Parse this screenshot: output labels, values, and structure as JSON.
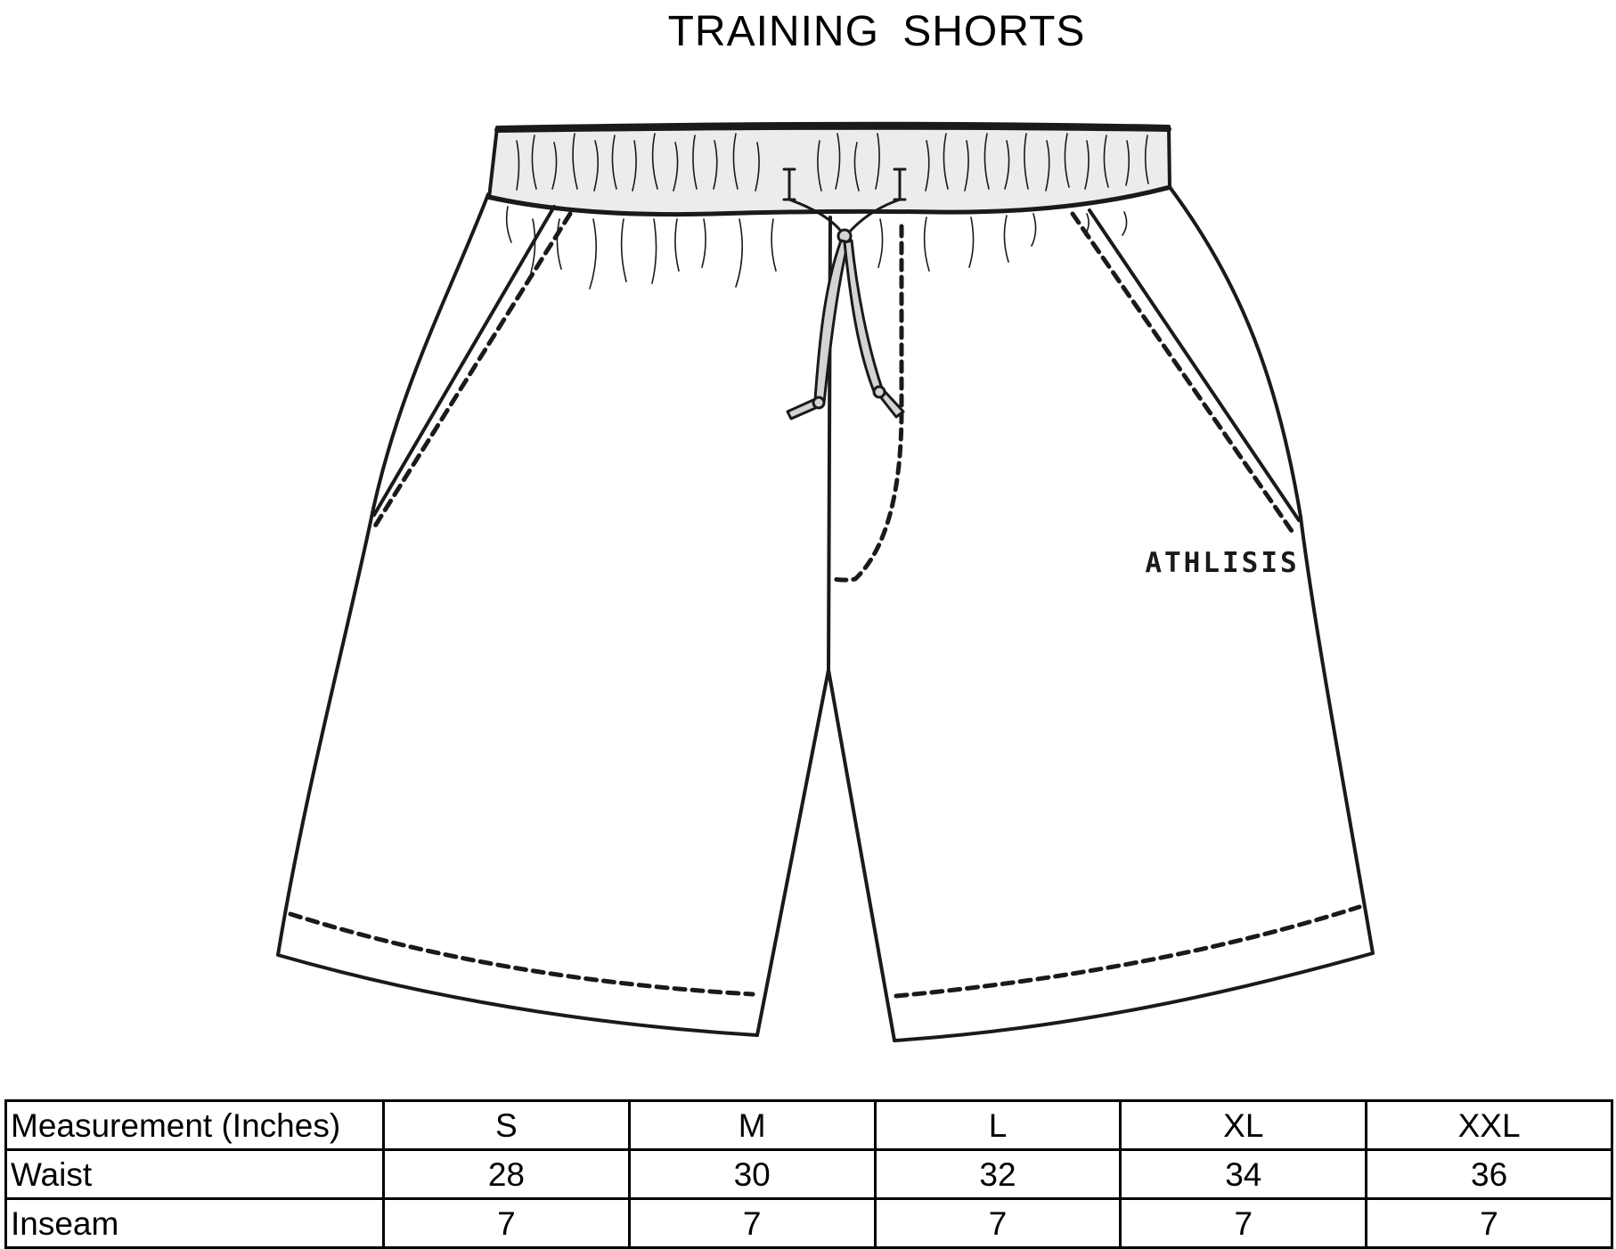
{
  "title": "TRAINING  SHORTS",
  "brand_label": "ATHLISIS",
  "size_chart": {
    "header": {
      "label": "Measurement (Inches)",
      "sizes": [
        "S",
        "M",
        "L",
        "XL",
        "XXL"
      ]
    },
    "rows": [
      {
        "label": "Waist",
        "values": [
          "28",
          "30",
          "32",
          "34",
          "36"
        ]
      },
      {
        "label": "Inseam",
        "values": [
          "7",
          "7",
          "7",
          "7",
          "7"
        ]
      }
    ]
  },
  "colors": {
    "line": "#1a1a1a",
    "waistband_fill": "#ececec",
    "drawstring_fill": "#d4d4d4",
    "background": "#ffffff"
  }
}
